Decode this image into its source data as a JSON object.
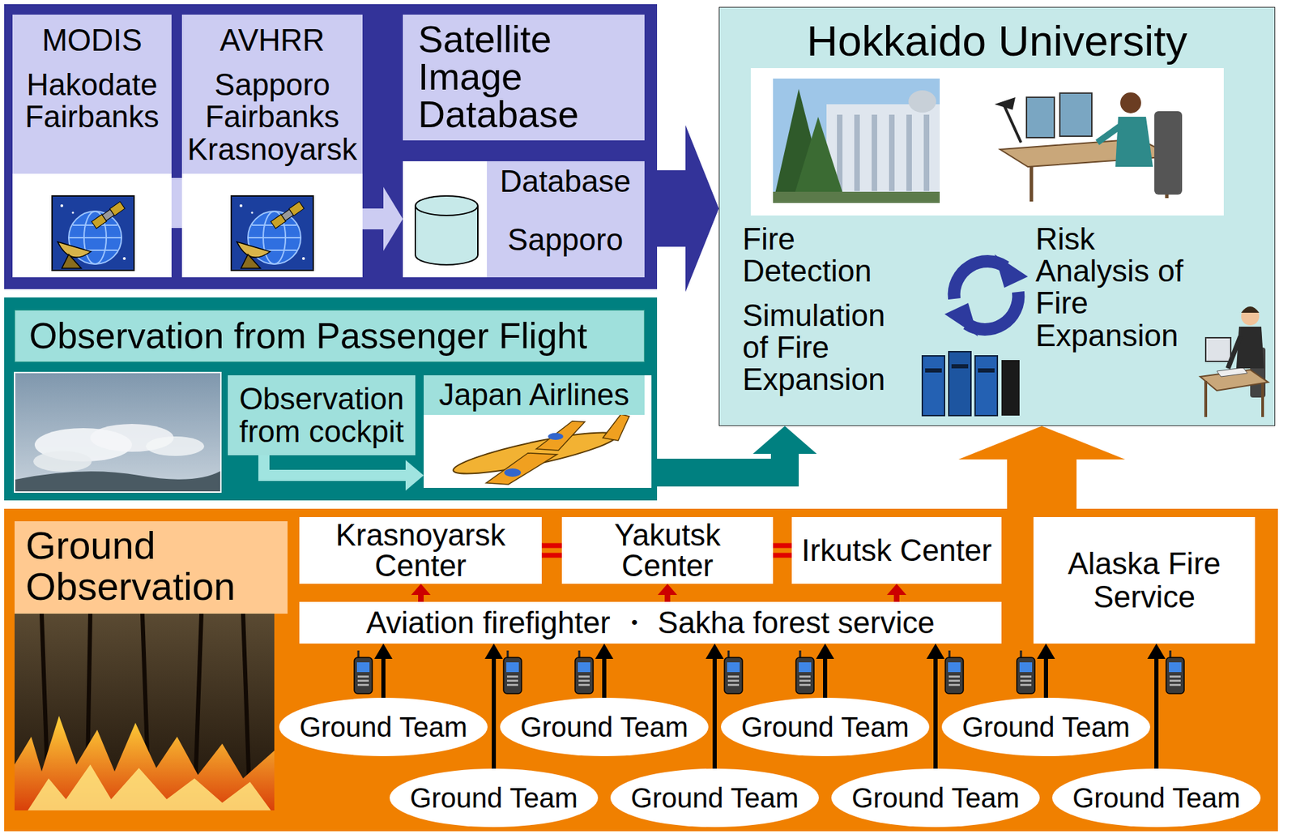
{
  "diagram": {
    "nodes": [
      {
        "text": [
          "MODIS",
          "Hakodate Fairbanks"
        ]
      },
      {
        "text": [
          "AVHRR",
          "Sapporo Fairbanks Krasnoyarsk"
        ]
      },
      {
        "text": [
          "Satellite Image Database"
        ]
      },
      {
        "text": [
          "Database",
          "Sapporo"
        ]
      },
      {
        "text": [
          "Hokkaido University",
          "Fire Detection",
          "Simulation of Fire Expansion",
          "Risk Analysis of Fire Expansion"
        ]
      },
      {
        "text": [
          "Observation from Passenger Flight"
        ]
      },
      {
        "text": [
          "Observation from cockpit"
        ],
        "in": 5
      },
      {
        "text": [
          "Japan Airlines"
        ],
        "in": 5
      },
      {
        "text": [
          "Ground Observation"
        ]
      },
      {
        "text": [
          "Krasnoyarsk Center"
        ],
        "in": 8
      },
      {
        "text": [
          "Yakutsk Center"
        ],
        "in": 8
      },
      {
        "text": [
          "Irkutsk Center"
        ],
        "in": 8
      },
      {
        "text": [
          "Alaska Fire Service"
        ],
        "in": 8
      },
      {
        "text": [
          "Aviation firefighter ・ Sakha forest service"
        ],
        "in": 8
      },
      {
        "text": [
          "Ground Team"
        ],
        "in": 8
      },
      {
        "text": [
          "Ground Team"
        ],
        "in": 8
      },
      {
        "text": [
          "Ground Team"
        ],
        "in": 8
      },
      {
        "text": [
          "Ground Team"
        ],
        "in": 8
      },
      {
        "text": [
          "Ground Team"
        ],
        "in": 8
      },
      {
        "text": [
          "Ground Team"
        ],
        "in": 8
      },
      {
        "text": [
          "Ground Team"
        ],
        "in": 8
      },
      {
        "text": [
          "Ground Team"
        ],
        "in": 8
      }
    ],
    "edges": [
      {
        "from": 3,
        "to": 4,
        "arrow": "to"
      },
      {
        "from": 5,
        "to": 4,
        "arrow": "to"
      },
      {
        "from": 8,
        "to": 4,
        "arrow": "to"
      },
      {
        "from": 0,
        "to": 1,
        "arrow": "none"
      },
      {
        "from": 1,
        "to": 3,
        "arrow": "to"
      },
      {
        "from": 6,
        "to": 7,
        "arrow": "to"
      },
      {
        "from": 9,
        "to": 10,
        "arrow": "none"
      },
      {
        "from": 10,
        "to": 11,
        "arrow": "none"
      },
      {
        "from": 13,
        "to": 9,
        "arrow": "to"
      },
      {
        "from": 13,
        "to": 10,
        "arrow": "to"
      },
      {
        "from": 13,
        "to": 11,
        "arrow": "to"
      },
      {
        "from": 14,
        "to": 13,
        "arrow": "to"
      },
      {
        "from": 18,
        "to": 13,
        "arrow": "to"
      },
      {
        "from": 15,
        "to": 13,
        "arrow": "to"
      },
      {
        "from": 19,
        "to": 13,
        "arrow": "to"
      },
      {
        "from": 16,
        "to": 13,
        "arrow": "to"
      },
      {
        "from": 20,
        "to": 13,
        "arrow": "to"
      },
      {
        "from": 17,
        "to": 12,
        "arrow": "to"
      },
      {
        "from": 21,
        "to": 12,
        "arrow": "to"
      }
    ]
  }
}
